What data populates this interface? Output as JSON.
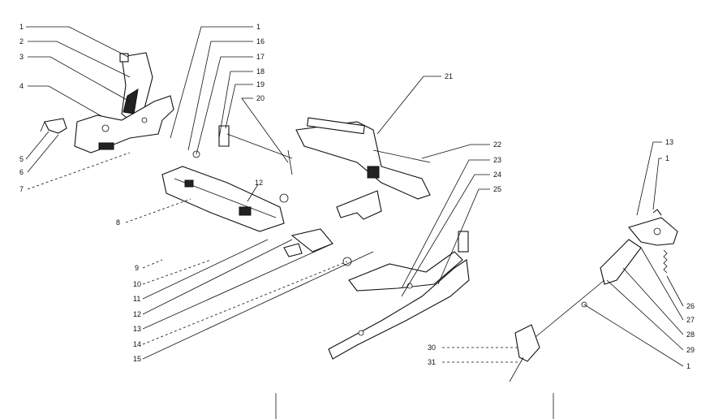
{
  "callouts": [
    {
      "id": "c-1a",
      "text": "1"
    },
    {
      "id": "c-2",
      "text": "2"
    },
    {
      "id": "c-3",
      "text": "3"
    },
    {
      "id": "c-4",
      "text": "4"
    },
    {
      "id": "c-5",
      "text": "5"
    },
    {
      "id": "c-6",
      "text": "6"
    },
    {
      "id": "c-7",
      "text": "7"
    },
    {
      "id": "c-8",
      "text": "8"
    },
    {
      "id": "c-9",
      "text": "9"
    },
    {
      "id": "c-10",
      "text": "10"
    },
    {
      "id": "c-11",
      "text": "11"
    },
    {
      "id": "c-12",
      "text": "12"
    },
    {
      "id": "c-13a",
      "text": "13"
    },
    {
      "id": "c-14",
      "text": "14"
    },
    {
      "id": "c-15",
      "text": "15"
    },
    {
      "id": "c-1b",
      "text": "1"
    },
    {
      "id": "c-16",
      "text": "16"
    },
    {
      "id": "c-17",
      "text": "17"
    },
    {
      "id": "c-18",
      "text": "18"
    },
    {
      "id": "c-19",
      "text": "19"
    },
    {
      "id": "c-20",
      "text": "20"
    },
    {
      "id": "c-21",
      "text": "21"
    },
    {
      "id": "c-22",
      "text": "22"
    },
    {
      "id": "c-23",
      "text": "23"
    },
    {
      "id": "c-24",
      "text": "24"
    },
    {
      "id": "c-25",
      "text": "25"
    },
    {
      "id": "c-13b",
      "text": "13"
    },
    {
      "id": "c-1c",
      "text": "1"
    },
    {
      "id": "c-26",
      "text": "26"
    },
    {
      "id": "c-27",
      "text": "27"
    },
    {
      "id": "c-28",
      "text": "28"
    },
    {
      "id": "c-29",
      "text": "29"
    },
    {
      "id": "c-1d",
      "text": "1"
    },
    {
      "id": "c-30",
      "text": "30"
    },
    {
      "id": "c-31",
      "text": "31"
    },
    {
      "id": "c-12b",
      "text": "12"
    }
  ]
}
